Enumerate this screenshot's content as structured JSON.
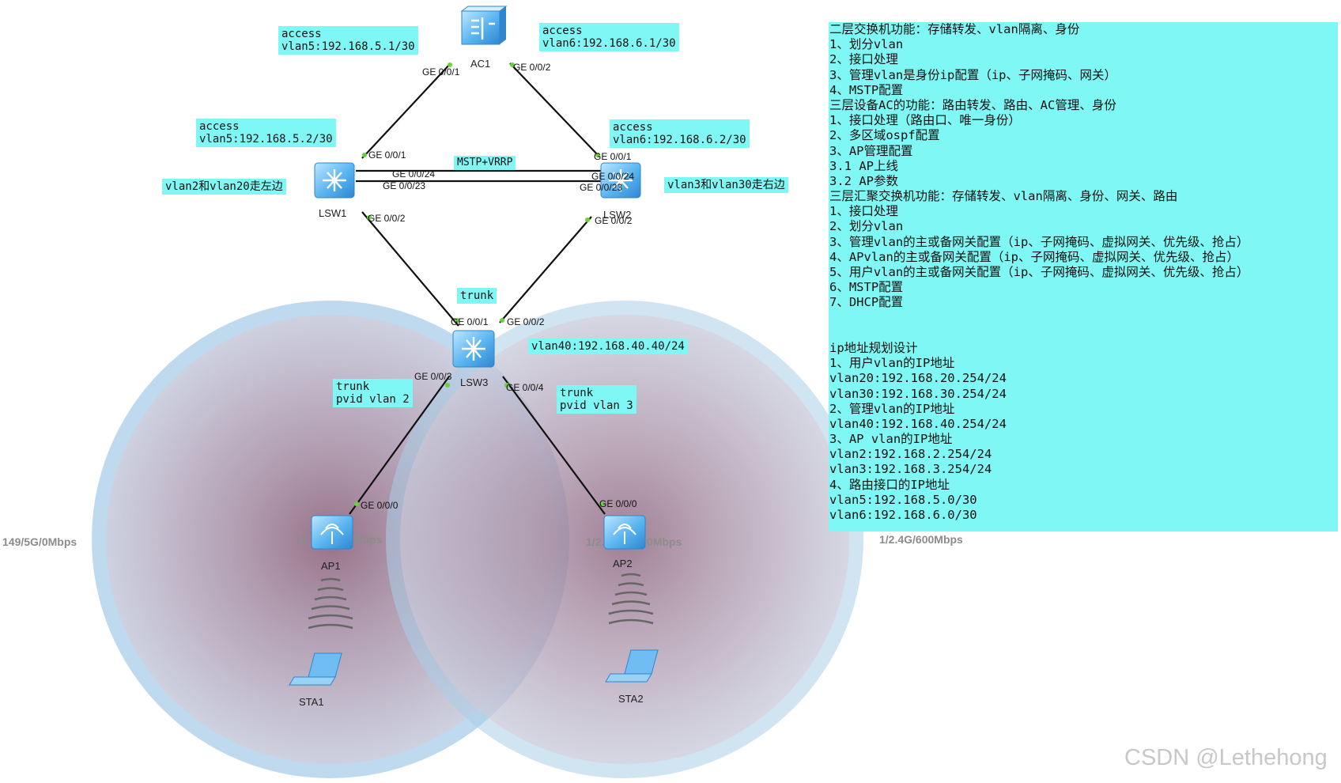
{
  "devices": {
    "ac1": "AC1",
    "lsw1": "LSW1",
    "lsw2": "LSW2",
    "lsw3": "LSW3",
    "ap1": "AP1",
    "ap2": "AP2",
    "sta1": "STA1",
    "sta2": "STA2"
  },
  "ports": {
    "ac1_g1": "GE 0/0/1",
    "ac1_g2": "GE 0/0/2",
    "lsw1_g1": "GE 0/0/1",
    "lsw1_g24": "GE 0/0/24",
    "lsw1_g23": "GE 0/0/23",
    "lsw1_g2": "GE 0/0/2",
    "lsw2_g1": "GE 0/0/1",
    "lsw2_g24": "GE 0/0/24",
    "lsw2_g23": "GE 0/0/23",
    "lsw2_g2": "GE 0/0/2",
    "lsw3_g1": "GE 0/0/1",
    "lsw3_g2": "GE 0/0/2",
    "lsw3_g3": "GE 0/0/3",
    "lsw3_g4": "GE 0/0/4",
    "ap1_g0": "GE 0/0/0",
    "ap2_g0": "GE 0/0/0"
  },
  "labels": {
    "ac1_left": [
      "access",
      "vlan5:192.168.5.1/30"
    ],
    "ac1_right": [
      "access",
      "vlan6:192.168.6.1/30"
    ],
    "lsw1_top": [
      "access",
      "vlan5:192.168.5.2/30"
    ],
    "lsw2_top": [
      "access",
      "vlan6:192.168.6.2/30"
    ],
    "left_side": "vlan2和vlan20走左边",
    "right_side": "vlan3和vlan30走右边",
    "mstp_vrrp": "MSTP+VRRP",
    "trunk_top": "trunk",
    "vlan40": "vlan40:192.168.40.40/24",
    "trunk_left": [
      "trunk",
      "pvid vlan 2"
    ],
    "trunk_right": [
      "trunk",
      "pvid vlan 3"
    ]
  },
  "radio": {
    "left_outer": "149/5G/0Mbps",
    "ap1_partial_a": "14",
    "ap1_partial_b": "Mbps",
    "ap2_partial_a": "1/2.",
    "ap2_partial_b": "0Mbps",
    "right_outer": "1/2.4G/600Mbps"
  },
  "notes": [
    "二层交换机功能：存储转发、vlan隔离、身份",
    "1、划分vlan",
    "2、接口处理",
    "3、管理vlan是身份ip配置（ip、子网掩码、网关）",
    "4、MSTP配置",
    "三层设备AC的功能：路由转发、路由、AC管理、身份",
    "1、接口处理（路由口、唯一身份）",
    "2、多区域ospf配置",
    "3、AP管理配置",
    "3.1 AP上线",
    "3.2 AP参数",
    "三层汇聚交换机功能：存储转发、vlan隔离、身份、网关、路由",
    "1、接口处理",
    "2、划分vlan",
    "3、管理vlan的主或备网关配置（ip、子网掩码、虚拟网关、优先级、抢占）",
    "4、APvlan的主或备网关配置（ip、子网掩码、虚拟网关、优先级、抢占）",
    "5、用户vlan的主或备网关配置（ip、子网掩码、虚拟网关、优先级、抢占）",
    "6、MSTP配置",
    "7、DHCP配置",
    "",
    "",
    "ip地址规划设计",
    "1、用户vlan的IP地址",
    "vlan20:192.168.20.254/24",
    "vlan30:192.168.30.254/24",
    "2、管理vlan的IP地址",
    "vlan40:192.168.40.254/24",
    "3、AP vlan的IP地址",
    "vlan2:192.168.2.254/24",
    "vlan3:192.168.3.254/24",
    "4、路由接口的IP地址",
    "vlan5:192.168.5.0/30",
    "vlan6:192.168.6.0/30"
  ],
  "watermark": "CSDN @Lethehong",
  "colors": {
    "label_bg": "#7ff7f4",
    "device_blue": "#4aa6e8",
    "coverage_ring": "#a9cde8",
    "coverage_fill": "#8e5a6e",
    "port_dot": "#6ad13a"
  }
}
